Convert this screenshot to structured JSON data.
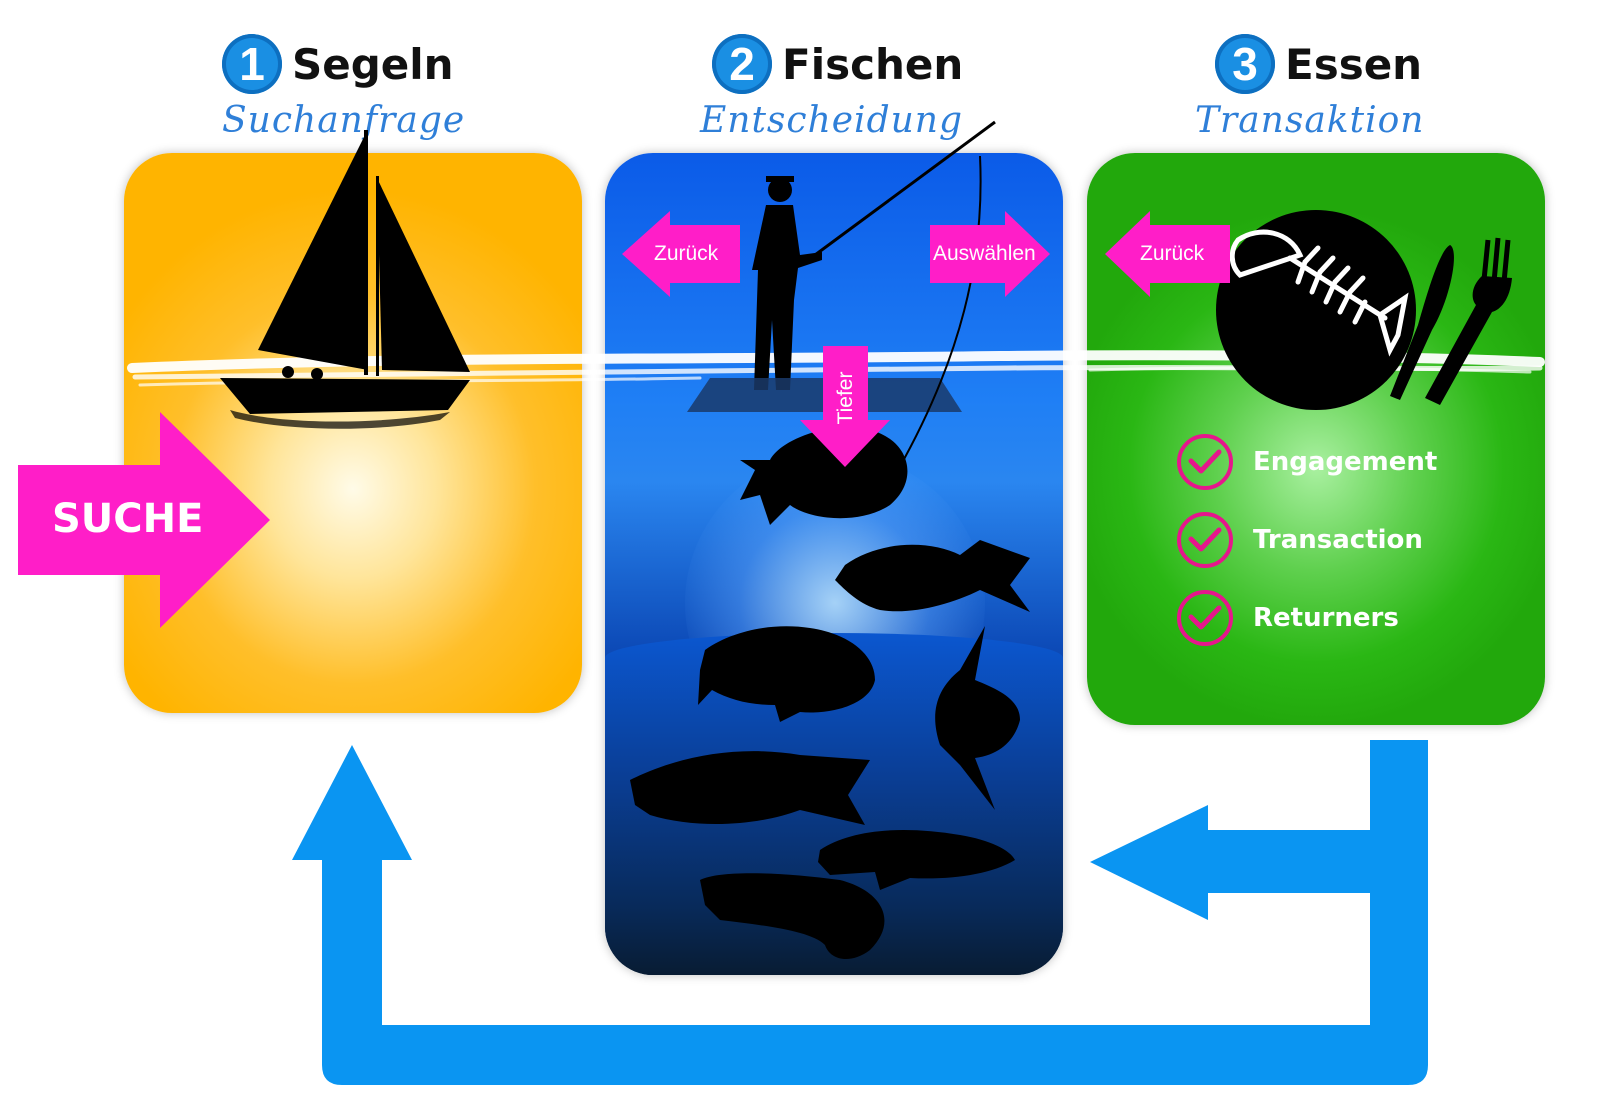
{
  "stages": [
    {
      "number": "1",
      "title": "Segeln",
      "subtitle": "Suchanfrage"
    },
    {
      "number": "2",
      "title": "Fischen",
      "subtitle": "Entscheidung"
    },
    {
      "number": "3",
      "title": "Essen",
      "subtitle": "Transaktion"
    }
  ],
  "arrows": {
    "entry": "SUCHE",
    "back_fishing": "Zurück",
    "select": "Auswählen",
    "deeper": "Tiefer",
    "back_eating": "Zurück"
  },
  "outcomes": [
    "Engagement",
    "Transaction",
    "Returners"
  ],
  "colors": {
    "accent_pink": "#ff1ec8",
    "loop_arrow": "#0a95f2",
    "panel_sailing": "#ffb400",
    "panel_fishing": "#0b5be8",
    "panel_eating": "#2ab714"
  },
  "icons": [
    "sailboat-icon",
    "fisherman-icon",
    "fish-icon",
    "fish-skeleton-icon",
    "plate-icon",
    "knife-icon",
    "fork-icon",
    "check-icon"
  ]
}
